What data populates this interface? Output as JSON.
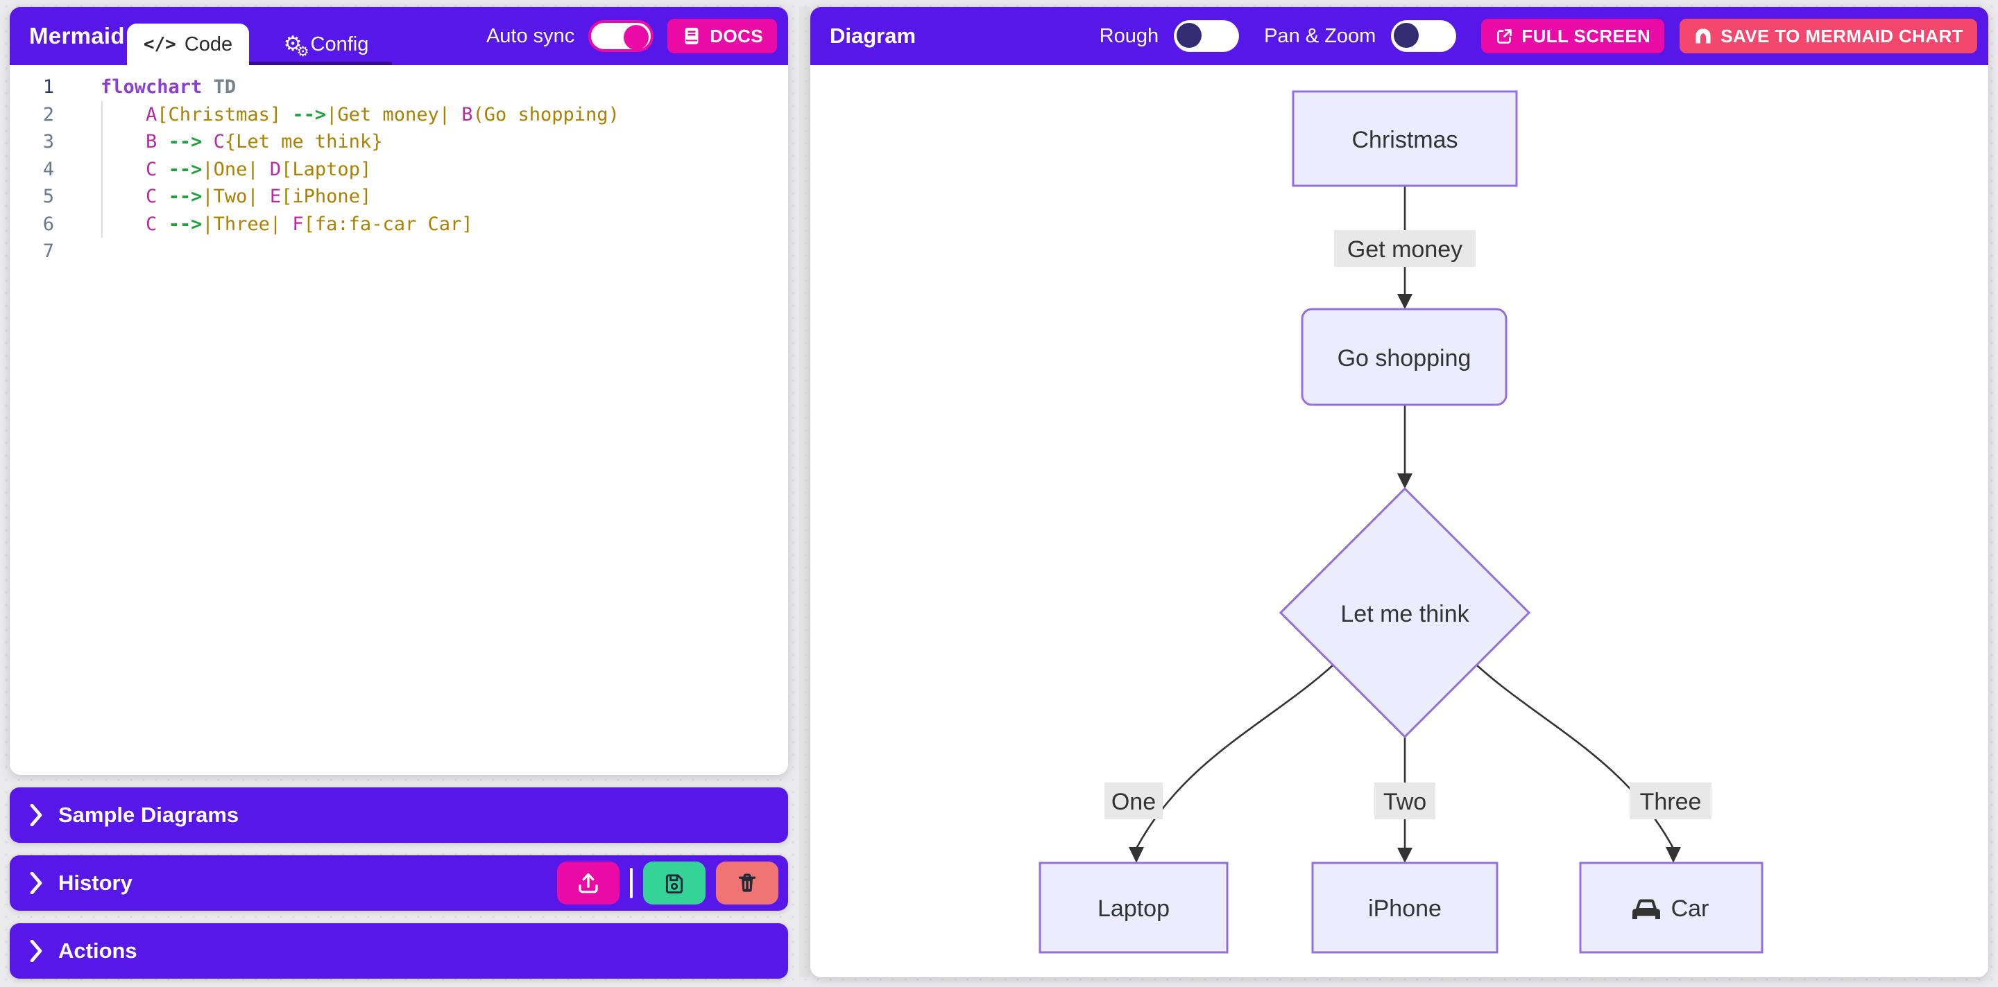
{
  "editor": {
    "brand": "Mermaid",
    "tabs": [
      {
        "label": "Code"
      },
      {
        "label": "Config"
      }
    ],
    "autosync_label": "Auto sync",
    "autosync_state": "on",
    "docs_label": "DOCS",
    "lines": [
      {
        "num": "1",
        "tokens": [
          {
            "t": "flowchart"
          },
          {
            "t": " TD"
          }
        ]
      },
      {
        "num": "2",
        "tokens": [
          {
            "t": "    "
          },
          {
            "t": "A"
          },
          {
            "t": "[Christmas] "
          },
          {
            "t": "-->"
          },
          {
            "t": "|Get money| "
          },
          {
            "t": "B"
          },
          {
            "t": "(Go shopping)"
          }
        ]
      },
      {
        "num": "3",
        "tokens": [
          {
            "t": "    "
          },
          {
            "t": "B"
          },
          {
            "t": " "
          },
          {
            "t": "-->"
          },
          {
            "t": " "
          },
          {
            "t": "C"
          },
          {
            "t": "{Let me think}"
          }
        ]
      },
      {
        "num": "4",
        "tokens": [
          {
            "t": "    "
          },
          {
            "t": "C"
          },
          {
            "t": " "
          },
          {
            "t": "-->"
          },
          {
            "t": "|One| "
          },
          {
            "t": "D"
          },
          {
            "t": "[Laptop]"
          }
        ]
      },
      {
        "num": "5",
        "tokens": [
          {
            "t": "    "
          },
          {
            "t": "C"
          },
          {
            "t": " "
          },
          {
            "t": "-->"
          },
          {
            "t": "|Two| "
          },
          {
            "t": "E"
          },
          {
            "t": "[iPhone]"
          }
        ]
      },
      {
        "num": "6",
        "tokens": [
          {
            "t": "    "
          },
          {
            "t": "C"
          },
          {
            "t": " "
          },
          {
            "t": "-->"
          },
          {
            "t": "|Three| "
          },
          {
            "t": "F"
          },
          {
            "t": "[fa:fa-car Car]"
          }
        ]
      },
      {
        "num": "7",
        "tokens": []
      }
    ]
  },
  "sections": {
    "samples": "Sample Diagrams",
    "history": "History",
    "actions": "Actions"
  },
  "diagram": {
    "title": "Diagram",
    "rough_label": "Rough",
    "rough_state": "off",
    "panzoom_label": "Pan & Zoom",
    "panzoom_state": "off",
    "fullscreen_label": "FULL SCREEN",
    "save_label": "SAVE TO MERMAID CHART",
    "flowchart": {
      "nodes": {
        "christmas": "Christmas",
        "go_shopping": "Go shopping",
        "let_me_think": "Let me think",
        "laptop": "Laptop",
        "iphone": "iPhone",
        "car": "Car"
      },
      "edge_labels": {
        "get_money": "Get money",
        "one": "One",
        "two": "Two",
        "three": "Three"
      }
    }
  },
  "icons": {
    "code_tab": "code-slash",
    "config_tab": "gears",
    "docs": "book",
    "fullscreen": "external-link",
    "save": "mermaid-chart-logo",
    "section_chevron": "chevron-right",
    "history_upload": "upload",
    "history_save": "floppy-disk",
    "history_delete": "trash",
    "car_node": "car"
  },
  "colors": {
    "primary_purple": "#5617e8",
    "magenta": "#ea0ba7",
    "rose": "#f4476d",
    "success_green": "#36d399",
    "error_red": "#f17474",
    "node_fill": "#ECECFF",
    "node_border": "#9370DB",
    "edge_label_bg": "#e8e8e8",
    "diagram_line": "#333333"
  }
}
